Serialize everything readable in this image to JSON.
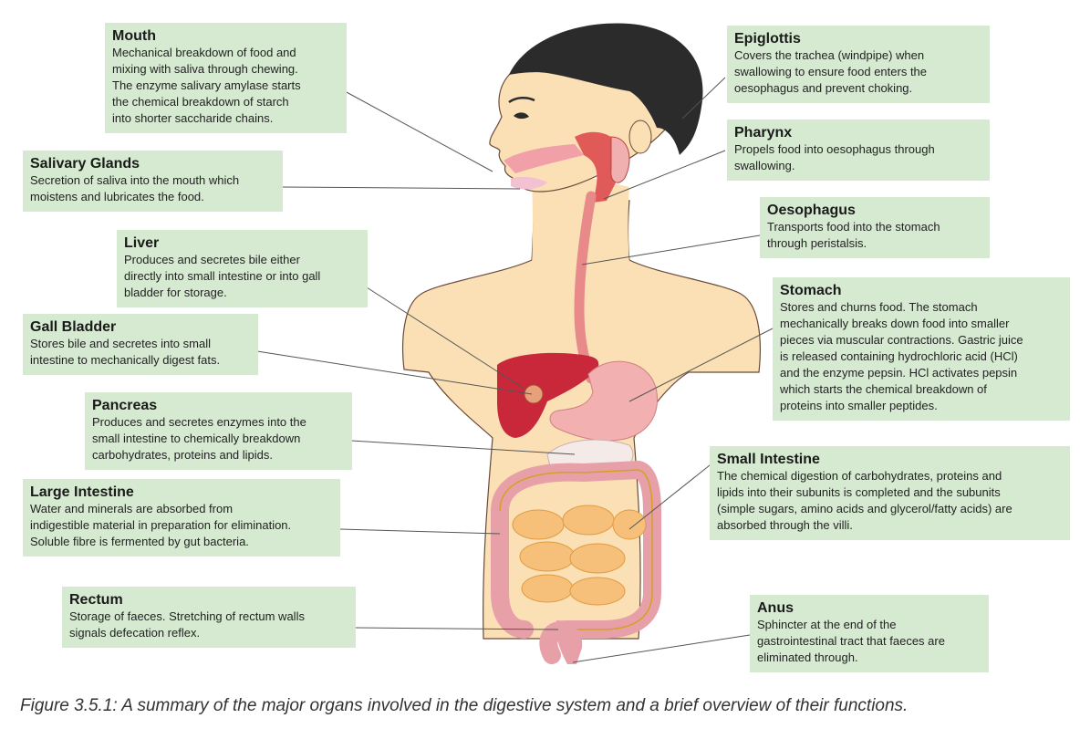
{
  "colors": {
    "label_bg": "#d5ead0",
    "skin": "#fbe0b6",
    "skin_outline": "#3a2a20",
    "hair": "#2b2b2b",
    "oesophagus": "#e88a8a",
    "liver": "#c8283a",
    "stomach": "#f2b0b0",
    "intestine_small": "#f6c07a",
    "intestine_large": "#e7a0a8",
    "pancreas": "#f4ebe8",
    "leader_line": "#555555"
  },
  "labels": {
    "mouth": {
      "title": "Mouth",
      "lines": [
        "Mechanical breakdown of food and",
        "mixing with saliva through chewing.",
        "The enzyme salivary amylase starts",
        "the chemical breakdown of starch",
        "into shorter saccharide chains."
      ]
    },
    "salivary": {
      "title": "Salivary Glands",
      "lines": [
        "Secretion of saliva into the mouth which",
        "moistens and lubricates the food."
      ]
    },
    "liver": {
      "title": "Liver",
      "lines": [
        "Produces and secretes bile either",
        "directly into small intestine or into gall",
        "bladder for storage."
      ]
    },
    "gall": {
      "title": "Gall Bladder",
      "lines": [
        "Stores bile and secretes into small",
        "intestine to mechanically digest fats."
      ]
    },
    "pancreas": {
      "title": "Pancreas",
      "lines": [
        "Produces and secretes enzymes into the",
        "small intestine to chemically breakdown",
        "carbohydrates, proteins and lipids."
      ]
    },
    "large": {
      "title": "Large Intestine",
      "lines": [
        "Water and minerals are absorbed from",
        "indigestible material in preparation for elimination.",
        "Soluble fibre is fermented by gut bacteria."
      ]
    },
    "rectum": {
      "title": "Rectum",
      "lines": [
        "Storage of faeces. Stretching of rectum walls",
        "signals defecation reflex."
      ]
    },
    "epiglottis": {
      "title": "Epiglottis",
      "lines": [
        "Covers the trachea (windpipe) when",
        "swallowing to ensure food enters the",
        "oesophagus and prevent choking."
      ]
    },
    "pharynx": {
      "title": "Pharynx",
      "lines": [
        "Propels food into oesophagus through",
        "swallowing."
      ]
    },
    "oesophagus": {
      "title": "Oesophagus",
      "lines": [
        "Transports food into the stomach",
        "through peristalsis."
      ]
    },
    "stomach": {
      "title": "Stomach",
      "lines": [
        "Stores and churns food. The stomach",
        "mechanically breaks down food into smaller",
        "pieces via muscular contractions. Gastric juice",
        "is released containing hydrochloric acid (HCl)",
        "and the enzyme pepsin. HCl activates pepsin",
        "which starts the chemical breakdown of",
        "proteins into smaller peptides."
      ]
    },
    "small": {
      "title": "Small Intestine",
      "lines": [
        "The chemical digestion of carbohydrates, proteins and",
        "lipids into their subunits is completed and the subunits",
        "(simple sugars, amino acids and glycerol/fatty acids) are",
        "absorbed through the villi."
      ]
    },
    "anus": {
      "title": "Anus",
      "lines": [
        "Sphincter at the end of the",
        "gastrointestinal tract that faeces are",
        "eliminated through."
      ]
    }
  },
  "caption": "Figure 3.5.1: A summary of the major organs involved in the digestive system and a brief overview of their functions."
}
